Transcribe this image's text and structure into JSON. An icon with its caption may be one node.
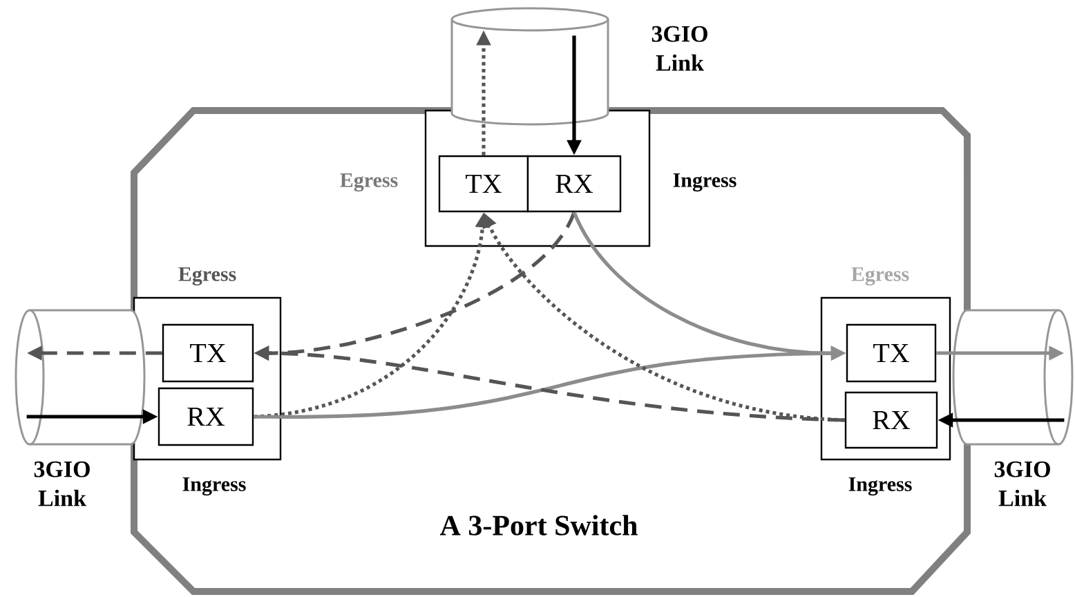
{
  "diagram": {
    "nodes": [
      {
        "text": [
          "A 3-Port Switch"
        ]
      },
      {
        "text": [
          "Egress",
          "Ingress"
        ],
        "in": 0
      },
      {
        "text": [
          "TX"
        ],
        "in": 1
      },
      {
        "text": [
          "RX"
        ],
        "in": 1
      },
      {
        "text": [
          "3GIO Link"
        ]
      },
      {
        "text": [
          "Egress",
          "Ingress"
        ],
        "in": 0
      },
      {
        "text": [
          "TX"
        ],
        "in": 5
      },
      {
        "text": [
          "RX"
        ],
        "in": 5
      },
      {
        "text": [
          "3GIO Link"
        ]
      },
      {
        "text": [
          "Egress",
          "Ingress"
        ],
        "in": 0
      },
      {
        "text": [
          "TX"
        ],
        "in": 9
      },
      {
        "text": [
          "RX"
        ],
        "in": 9
      },
      {
        "text": [
          "3GIO Link"
        ]
      }
    ],
    "edges": [
      {
        "from": 2,
        "to": 4,
        "arrow": "to",
        "style": "dashed"
      },
      {
        "from": 4,
        "to": 3,
        "arrow": "to",
        "color": "#000000"
      },
      {
        "from": 3,
        "to": 6,
        "arrow": "to",
        "style": "dashed"
      },
      {
        "from": 3,
        "to": 10,
        "arrow": "to",
        "color": "#8c8c8c"
      },
      {
        "from": 6,
        "to": 8,
        "arrow": "to",
        "style": "dashed"
      },
      {
        "from": 8,
        "to": 7,
        "arrow": "to",
        "color": "#000000"
      },
      {
        "from": 7,
        "to": 2,
        "arrow": "to",
        "style": "dashed"
      },
      {
        "from": 7,
        "to": 10,
        "arrow": "to",
        "color": "#8c8c8c"
      },
      {
        "from": 10,
        "to": 12,
        "arrow": "to",
        "color": "#8c8c8c"
      },
      {
        "from": 12,
        "to": 11,
        "arrow": "to",
        "color": "#000000"
      },
      {
        "from": 11,
        "to": 2,
        "arrow": "to",
        "style": "dashed"
      },
      {
        "from": 11,
        "to": 6,
        "arrow": "to",
        "style": "dashed"
      }
    ]
  }
}
